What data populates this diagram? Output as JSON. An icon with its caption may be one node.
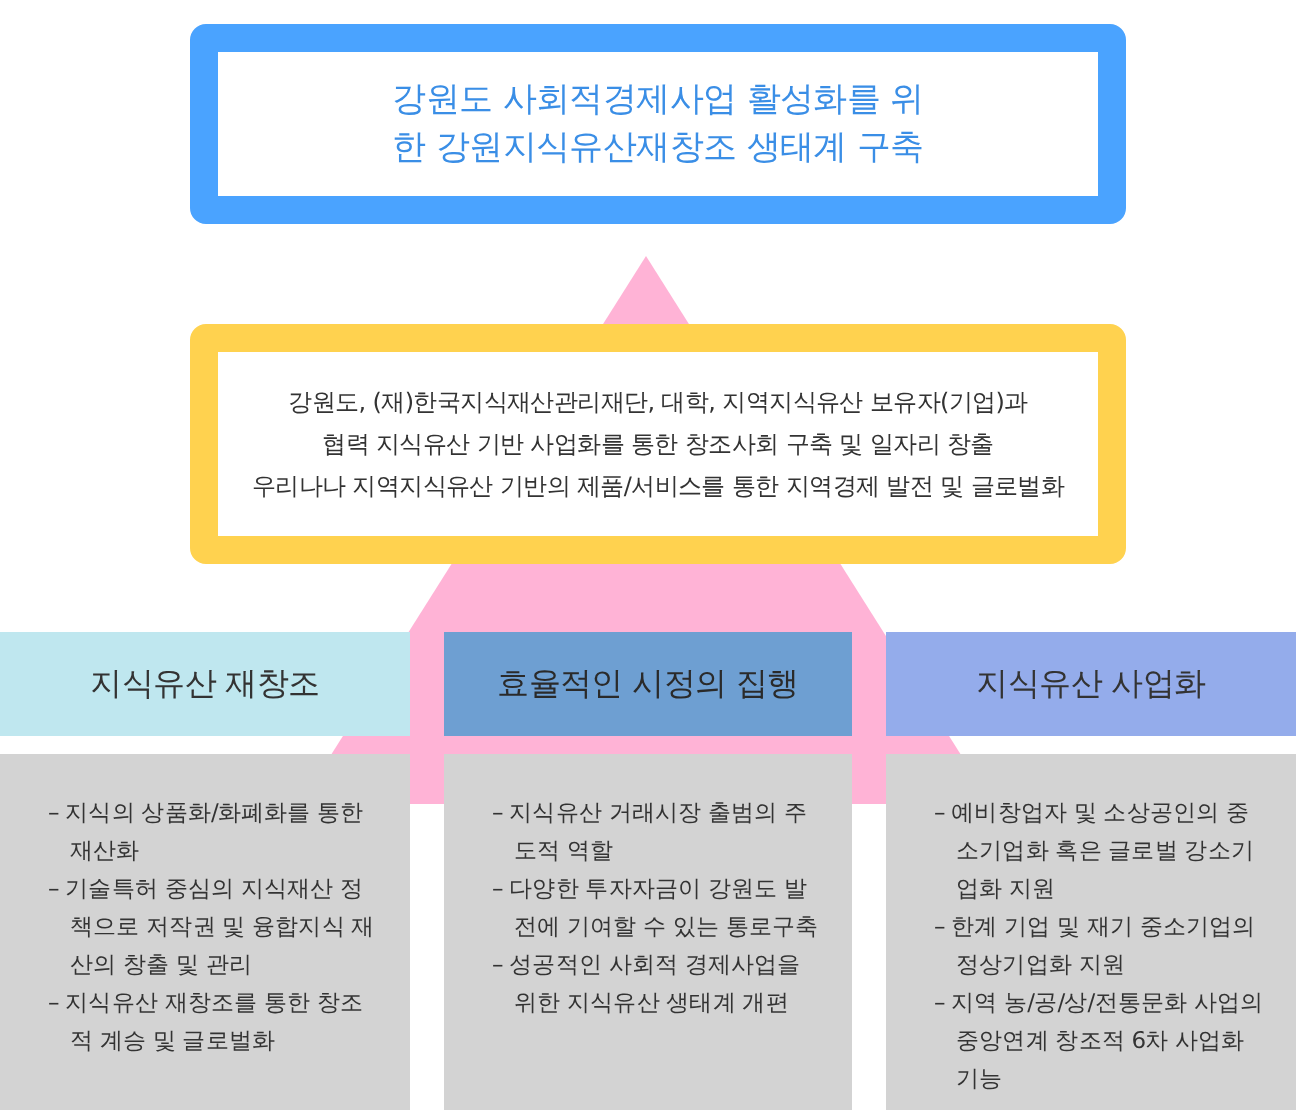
{
  "diagram": {
    "nodes": [
      {
        "text": [
          "강원도 사회적경제사업 활성화를 위한 강원지식유산재창조 생태계 구축"
        ]
      },
      {
        "text": [
          "강원도, (재)한국지식재산관리재단, 대학, 지역지식유산 보유자(기업)과",
          "협력 지식유산 기반 사업화를 통한 창조사회 구축 및 일자리 창출",
          "우리나나 지역지식유산 기반의 제품/서비스를 통한 지역경제 발전 및 글로벌화"
        ]
      },
      {
        "text": [
          "지식유산 재창조"
        ]
      },
      {
        "text": [
          "효율적인 시정의 집행"
        ]
      },
      {
        "text": [
          "지식유산 사업화"
        ]
      },
      {
        "text": [
          "– 지식의 상품화/화폐화를 통한 재산화",
          "– 기술특허 중심의 지식재산 정책으로 저작권 및 융합지식 재산의 창출 및 관리",
          "– 지식유산 재창조를 통한 창조적 계승 및 글로벌화"
        ]
      },
      {
        "text": [
          "– 지식유산 거래시장 출범의 주도적 역할",
          "– 다양한 투자자금이 강원도 발전에 기여할 수 있는 통로구축",
          "– 성공적인 사회적 경제사업을 위한 지식유산 생태계 개편"
        ]
      },
      {
        "text": [
          "– 예비창업자 및 소상공인의 중소기업화 혹은 글로벌 강소기업화 지원",
          "– 한계 기업 및 재기 중소기업의 정상기업화 지원",
          "– 지역 농/공/상/전통문화 사업의 중앙연계 창조적 6차 사업화 기능"
        ]
      }
    ]
  }
}
